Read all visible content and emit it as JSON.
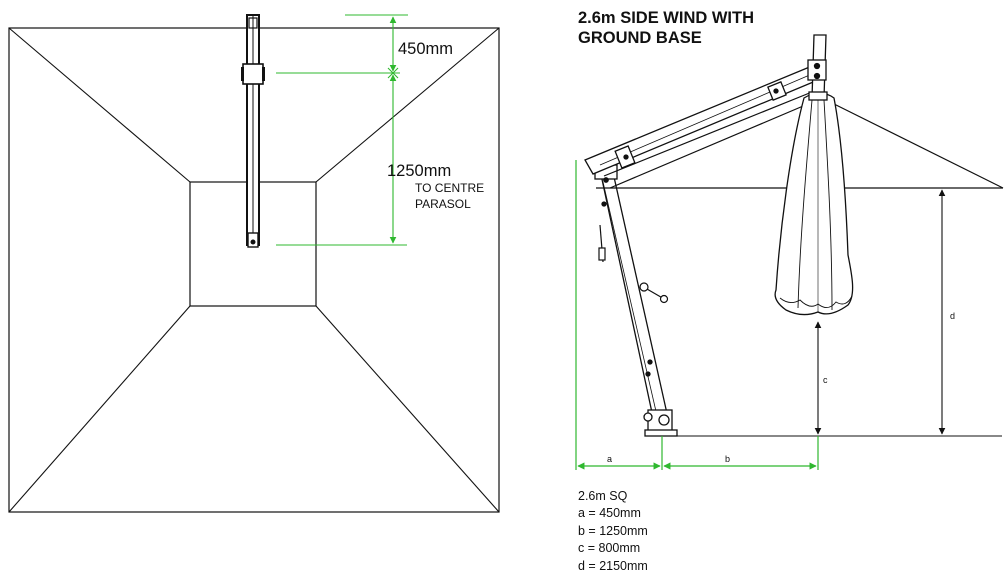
{
  "plan": {
    "top_dim_label": "450mm",
    "mid_dim_label": "1250mm",
    "note_line1": "TO CENTRE",
    "note_line2": "PARASOL"
  },
  "side": {
    "title_line1": "2.6m SIDE WIND WITH",
    "title_line2": "GROUND BASE",
    "label_a": "a",
    "label_b": "b",
    "label_c": "c",
    "label_d": "d"
  },
  "specs": {
    "size": "2.6m SQ",
    "a": "a = 450mm",
    "b": "b = 1250mm",
    "c": "c = 800mm",
    "d": "d = 2150mm"
  },
  "colors": {
    "dimension_line": "#2fb82f",
    "outline": "#111111"
  }
}
